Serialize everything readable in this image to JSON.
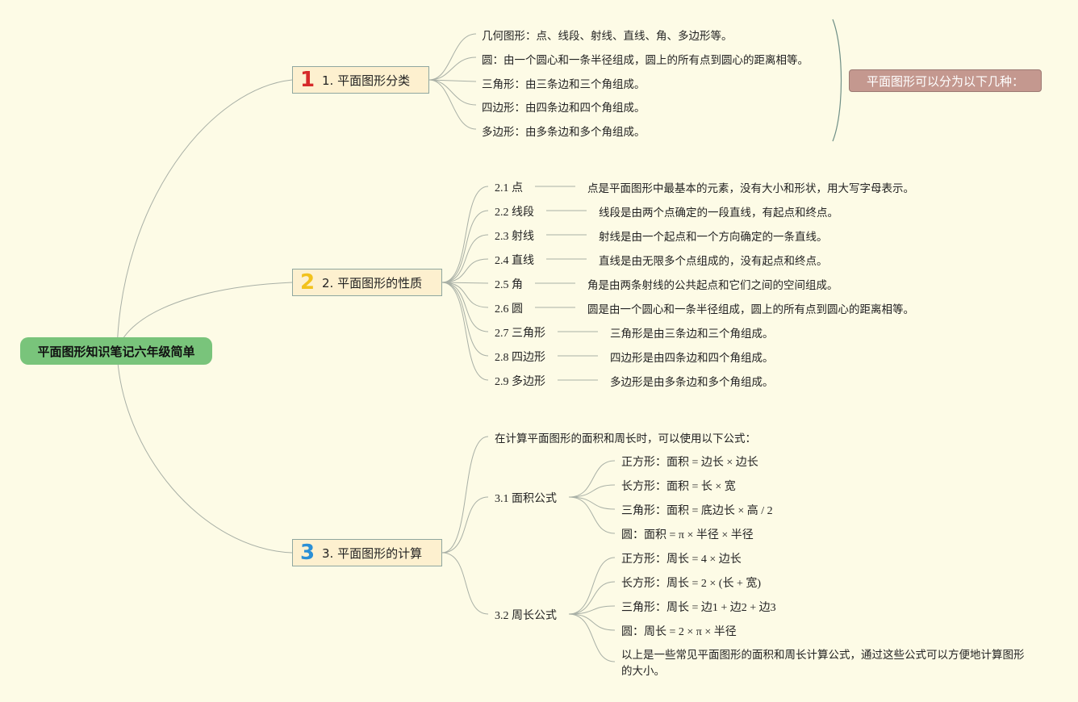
{
  "root": "平面图形知识笔记六年级简单",
  "callout": "平面图形可以分为以下几种：",
  "branches": [
    {
      "num": "1",
      "color": "#d62a2a",
      "label": "1. 平面图形分类"
    },
    {
      "num": "2",
      "color": "#f2c21c",
      "label": "2. 平面图形的性质"
    },
    {
      "num": "3",
      "color": "#2b8fd6",
      "label": "3. 平面图形的计算"
    }
  ],
  "classification": [
    "几何图形：点、线段、射线、直线、角、多边形等。",
    "圆：由一个圆心和一条半径组成，圆上的所有点到圆心的距离相等。",
    "三角形：由三条边和三个角组成。",
    "四边形：由四条边和四个角组成。",
    "多边形：由多条边和多个角组成。"
  ],
  "properties": [
    {
      "title": "2.1 点",
      "desc": "点是平面图形中最基本的元素，没有大小和形状，用大写字母表示。"
    },
    {
      "title": "2.2 线段",
      "desc": "线段是由两个点确定的一段直线，有起点和终点。"
    },
    {
      "title": "2.3 射线",
      "desc": "射线是由一个起点和一个方向确定的一条直线。"
    },
    {
      "title": "2.4 直线",
      "desc": "直线是由无限多个点组成的，没有起点和终点。"
    },
    {
      "title": "2.5 角",
      "desc": "角是由两条射线的公共起点和它们之间的空间组成。"
    },
    {
      "title": "2.6 圆",
      "desc": "圆是由一个圆心和一条半径组成，圆上的所有点到圆心的距离相等。"
    },
    {
      "title": "2.7 三角形",
      "desc": "三角形是由三条边和三个角组成。"
    },
    {
      "title": "2.8 四边形",
      "desc": "四边形是由四条边和四个角组成。"
    },
    {
      "title": "2.9 多边形",
      "desc": "多边形是由多条边和多个角组成。"
    }
  ],
  "calculation": {
    "intro": "在计算平面图形的面积和周长时，可以使用以下公式：",
    "area": {
      "title": "3.1 面积公式",
      "items": [
        "正方形：面积 = 边长 × 边长",
        "长方形：面积 = 长 × 宽",
        "三角形：面积 = 底边长 × 高 / 2",
        "圆：面积 = π × 半径 × 半径"
      ]
    },
    "perimeter": {
      "title": "3.2 周长公式",
      "items": [
        "正方形：周长 = 4 × 边长",
        "长方形：周长 = 2 × (长 + 宽)",
        "三角形：周长 = 边1 + 边2 + 边3",
        "圆：周长 = 2 × π × 半径"
      ]
    },
    "note": "以上是一些常见平面图形的面积和周长计算公式，通过这些公式可以方便地计算图形的大小。"
  }
}
